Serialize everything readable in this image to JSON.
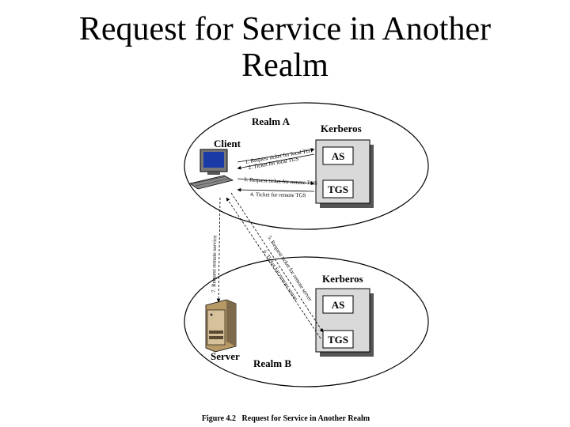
{
  "slide": {
    "title_line1": "Request for Service in Another",
    "title_line2": "Realm"
  },
  "diagram": {
    "realm_a_label": "Realm A",
    "realm_b_label": "Realm B",
    "kerberos_a_label": "Kerberos",
    "kerberos_b_label": "Kerberos",
    "as_a_label": "AS",
    "tgs_a_label": "TGS",
    "as_b_label": "AS",
    "tgs_b_label": "TGS",
    "client_label": "Client",
    "server_label": "Server",
    "arrow_1": "1. Request ticket for local TGT",
    "arrow_2": "2. Ticket for local TGS",
    "arrow_3": "3. Request ticket for remote TGS",
    "arrow_4": "4. Ticket for remote TGS",
    "arrow_5": "5. Request ticket for remote server",
    "arrow_6": "6. Ticket for remote server",
    "arrow_7": "7. Request remote service",
    "caption": "Figure 4.2   Request for Service in Another Realm"
  }
}
